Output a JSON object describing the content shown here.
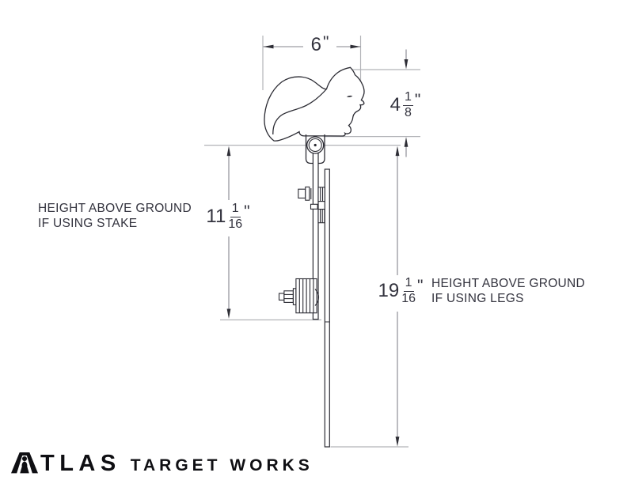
{
  "diagram": {
    "dim_width": {
      "value": "6",
      "unit": "\""
    },
    "dim_target_height": {
      "whole": "4",
      "num": "1",
      "den": "8",
      "unit": "\""
    },
    "dim_stake": {
      "whole": "11",
      "num": "1",
      "den": "16",
      "unit": "\""
    },
    "dim_legs": {
      "whole": "19",
      "num": "1",
      "den": "16",
      "unit": "\""
    },
    "label_stake_line1": "HEIGHT ABOVE GROUND",
    "label_stake_line2": "IF USING STAKE",
    "label_legs_line1": "HEIGHT ABOVE GROUND",
    "label_legs_line2": "IF USING LEGS"
  },
  "logo": {
    "brand_rest": "TLAS",
    "tagline": "TARGET WORKS"
  },
  "colors": {
    "structure_line": "#2b2b33",
    "extension_line": "#b2b3b8",
    "dimension_line": "#84848e",
    "text": "#33333e",
    "logo": "#0f0f13",
    "background": "#ffffff"
  }
}
